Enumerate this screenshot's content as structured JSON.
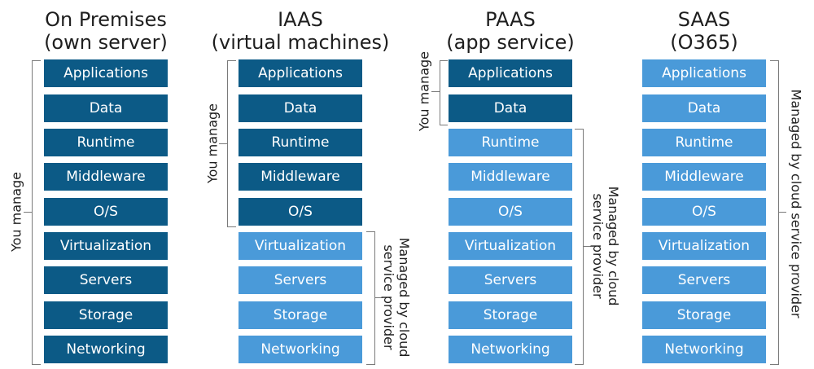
{
  "columns": [
    {
      "title_line1": "On Premises",
      "title_line2": "(own server)",
      "you_manage": "You manage"
    },
    {
      "title_line1": "IAAS",
      "title_line2": "(virtual machines)",
      "you_manage": "You manage",
      "managed_line1": "Managed by cloud",
      "managed_line2": "service provider"
    },
    {
      "title_line1": "PAAS",
      "title_line2": "(app service)",
      "you_manage": "You manage",
      "managed_line1": "Managed by cloud",
      "managed_line2": "service provider"
    },
    {
      "title_line1": "SAAS",
      "title_line2": "(O365)",
      "managed": "Managed by cloud service provider"
    }
  ],
  "layers": [
    "Applications",
    "Data",
    "Runtime",
    "Middleware",
    "O/S",
    "Virtualization",
    "Servers",
    "Storage",
    "Networking"
  ],
  "colors": {
    "you_manage": "#0c5a86",
    "provider_managed": "#4a9ad9"
  }
}
